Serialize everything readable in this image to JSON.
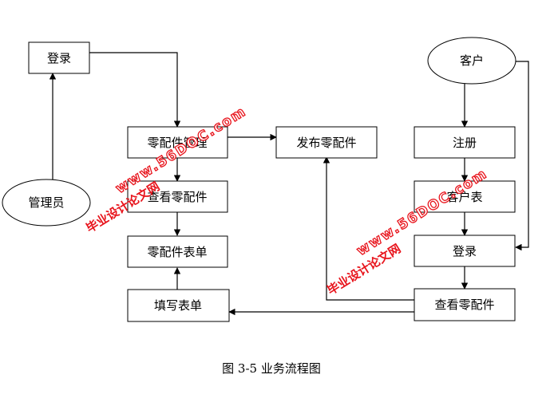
{
  "nodes": {
    "login_admin": "登录",
    "admin": "管理员",
    "parts_manage": "零配件管理",
    "view_parts_admin": "查看零配件",
    "parts_form": "零配件表单",
    "fill_form": "填写表单",
    "publish_parts": "发布零配件",
    "customer": "客户",
    "register": "注册",
    "customer_table": "客户表",
    "login_customer": "登录",
    "view_parts_customer": "查看零配件"
  },
  "caption": "图 3-5  业务流程图",
  "watermark": {
    "text": "毕业设计论文网",
    "url": "www.56DOC.com",
    "color": "#e8141c"
  }
}
